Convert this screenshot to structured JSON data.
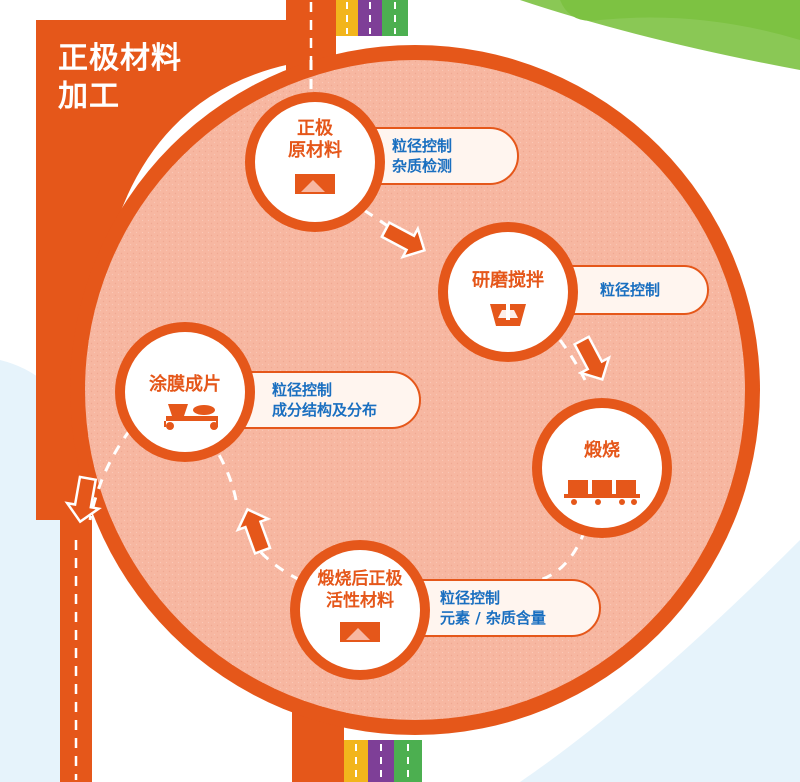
{
  "title": {
    "line1": "正极材料",
    "line2": "加工"
  },
  "steps": [
    {
      "label_line1": "正极",
      "label_line2": "原材料",
      "icon": "powder-pile-icon",
      "checks": [
        "粒径控制",
        "杂质检测"
      ]
    },
    {
      "label_line1": "研磨搅拌",
      "label_line2": "",
      "icon": "mixing-tank-icon",
      "checks": [
        "粒径控制"
      ]
    },
    {
      "label_line1": "煅烧",
      "label_line2": "",
      "icon": "kiln-cart-icon",
      "checks": []
    },
    {
      "label_line1": "煅烧后正极",
      "label_line2": "活性材料",
      "icon": "powder-pile-icon",
      "checks": [
        "粒径控制",
        "元素 / 杂质含量"
      ]
    },
    {
      "label_line1": "涂膜成片",
      "label_line2": "",
      "icon": "coating-machine-icon",
      "checks": [
        "粒径控制",
        "成分结构及分布"
      ]
    }
  ],
  "colors": {
    "orange": "#e5571a",
    "circle_fill": "#f7b7a1",
    "pill_text": "#1a6fc0",
    "stripe_yellow": "#f2b51c",
    "stripe_purple": "#7e3f97",
    "stripe_green": "#4caf50",
    "lime": "#7dc242",
    "sky": "#e6f3fb"
  }
}
